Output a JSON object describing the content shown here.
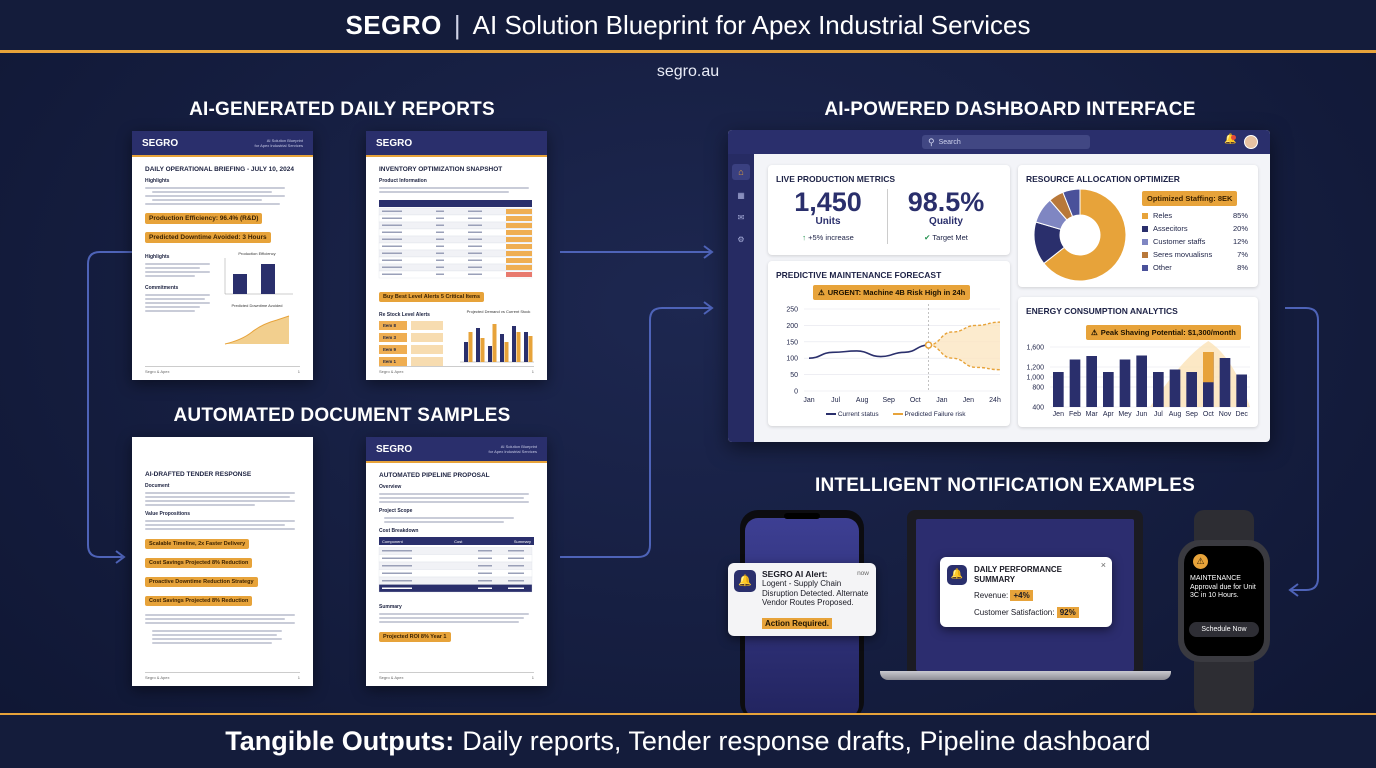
{
  "header": {
    "brand": "SEGRO",
    "divider": "|",
    "title": "AI Solution Blueprint for Apex Industrial Services",
    "site": "segro.au"
  },
  "sections": {
    "reports": "AI-GENERATED DAILY REPORTS",
    "dashboard": "AI-POWERED DASHBOARD INTERFACE",
    "documents": "AUTOMATED DOCUMENT SAMPLES",
    "notifications": "INTELLIGENT NOTIFICATION EXAMPLES"
  },
  "docs": {
    "brand": "SEGRO",
    "d1": {
      "subtitle": "AI Solution Blueprint\nfor Apex Industrial Services",
      "title": "DAILY OPERATIONAL BRIEFING - JULY 10, 2024",
      "label1": "Highlights",
      "hl1": "Production Efficiency: 96.4% (R&D)",
      "hl2": "Predicted Downtime Avoided: 3 Hours",
      "label2": "Highlights",
      "label3": "Commitments",
      "chart1": "Production Efficiency",
      "chart2": "Predicted Downtime Avoided",
      "footer": "Segro & Apex"
    },
    "d2": {
      "title": "INVENTORY OPTIMIZATION SNAPSHOT",
      "label1": "Product Information",
      "hl1": "Buy Best Level Alerts 5 Critical Items",
      "label2": "Re Stock Level Alerts",
      "chart": "Projected Demand vs Current Stock",
      "rows": [
        "Item 8",
        "Item 3",
        "Item 9",
        "Item 1"
      ],
      "footer": "Segro & Apex"
    },
    "d3": {
      "title": "AI-DRAFTED TENDER RESPONSE",
      "label1": "Document",
      "label2": "Value Propositions",
      "hl1": "Scalable Timeline, 2x Faster Delivery",
      "hl2": "Cost Savings Projected 8% Reduction",
      "hl3": "Proactive Downtime Reduction Strategy",
      "hl4": "Cost Savings Projected 8% Reduction",
      "footer": "Segro & Apex"
    },
    "d4": {
      "subtitle": "AI Solution Blueprint\nfor Apex Industrial Services",
      "title": "AUTOMATED PIPELINE PROPOSAL",
      "label1": "Overview",
      "label2": "Project Scope",
      "label3": "Cost Breakdown",
      "table_head": [
        "Component",
        "Cost",
        "Summary"
      ],
      "label4": "Summary",
      "hl1": "Projected ROI 8% Year 1",
      "footer": "Segro & Apex"
    }
  },
  "dashboard": {
    "search_placeholder": "Search",
    "live": {
      "title": "LIVE PRODUCTION METRICS",
      "units_value": "1,450",
      "units_label": "Units",
      "units_delta": "+5% increase",
      "quality_value": "98.5%",
      "quality_label": "Quality",
      "quality_status": "Target Met"
    },
    "resource": {
      "title": "RESOURCE ALLOCATION OPTIMIZER",
      "badge": "Optimized Staffing: 8EK",
      "legend": [
        {
          "label": "Reles",
          "value": "85%",
          "color": "#e7a33a"
        },
        {
          "label": "Assecitors",
          "value": "20%",
          "color": "#2a2f6c"
        },
        {
          "label": "Customer staffs",
          "value": "12%",
          "color": "#7f86c2"
        },
        {
          "label": "Seres movualisns",
          "value": "7%",
          "color": "#b8783a"
        },
        {
          "label": "Other",
          "value": "8%",
          "color": "#4a519a"
        }
      ]
    },
    "maintenance": {
      "title": "PREDICTIVE MAINTENANCE FORECAST",
      "alert": "URGENT: Machine 4B Risk High in 24h",
      "legend_current": "Current status",
      "legend_predicted": "Predicted Failure risk"
    },
    "energy": {
      "title": "ENERGY CONSUMPTION ANALYTICS",
      "badge": "Peak Shaving Potential: $1,300/month"
    }
  },
  "chart_data": [
    {
      "type": "line",
      "title": "PREDICTIVE MAINTENANCE FORECAST",
      "categories": [
        "Jan",
        "Jul",
        "Aug",
        "Sep",
        "Oct",
        "Jan",
        "Jen",
        "24h"
      ],
      "yticks": [
        "250",
        "200",
        "150",
        "100",
        "50",
        "0"
      ],
      "ylim": [
        0,
        250
      ],
      "series": [
        {
          "name": "Current status",
          "values": [
            100,
            118,
            122,
            105,
            118,
            140
          ]
        },
        {
          "name": "Predicted Failure risk",
          "values": [
            140,
            180,
            200,
            210
          ]
        },
        {
          "name": "Predicted Failure risk",
          "values": [
            140,
            100,
            72,
            65
          ]
        }
      ]
    },
    {
      "type": "bar",
      "title": "ENERGY CONSUMPTION ANALYTICS",
      "categories": [
        "Jen",
        "Feb",
        "Mar",
        "Apr",
        "Mey",
        "Jun",
        "Jul",
        "Aug",
        "Sep",
        "Oct",
        "Nov",
        "Dec"
      ],
      "yticks": [
        "1,600",
        "1,200",
        "1,000",
        "800",
        "400"
      ],
      "ylim": [
        400,
        1800
      ],
      "values": [
        1100,
        1350,
        1420,
        1100,
        1350,
        1430,
        1100,
        1150,
        1100,
        1500,
        1380,
        1050
      ],
      "highlight": "Oct"
    },
    {
      "type": "pie",
      "title": "RESOURCE ALLOCATION OPTIMIZER",
      "categories": [
        "Reles",
        "Assecitors",
        "Customer staffs",
        "Seres movualisns",
        "Other"
      ],
      "values": [
        85,
        20,
        12,
        7,
        8
      ]
    }
  ],
  "notifications": {
    "phone": {
      "title": "SEGRO AI Alert:",
      "time": "now",
      "body": "Logent - Supply Chain Disruption Detected. Alternate Vendor Routes Proposed.",
      "action": "Action Required."
    },
    "laptop": {
      "title": "DAILY PERFORMANCE SUMMARY",
      "rev_label": "Revenue:",
      "rev_value": "+4%",
      "cs_label": "Customer Satisfaction:",
      "cs_value": "92%"
    },
    "watch": {
      "body": "MAINTENANCE Approval due for Unit 3C in 10 Hours.",
      "button": "Schedule Now"
    }
  },
  "footer": {
    "bold": "Tangible Outputs:",
    "text": "Daily reports, Tender response drafts, Pipeline dashboard"
  }
}
